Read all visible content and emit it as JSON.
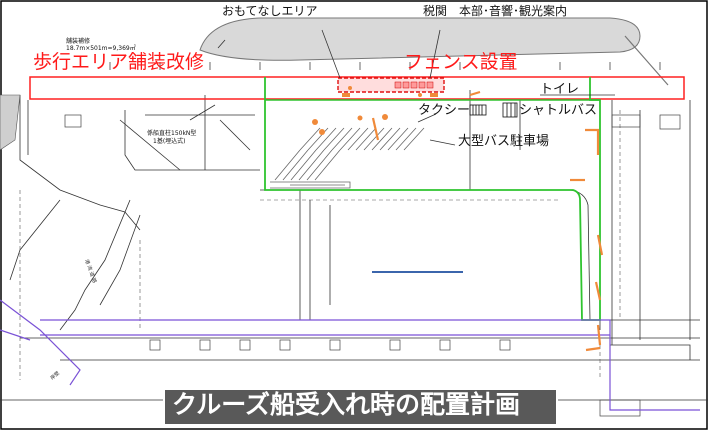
{
  "labels": {
    "omotenashi": "おもてなしエリア",
    "customs_hq": "税関　本部･音響･観光案内",
    "walk_paving": "歩行エリア舗装改修",
    "fence": "フェンス設置",
    "toilet": "トイレ",
    "taxi": "タクシー",
    "shuttle": "シャトルバス",
    "bus_parking": "大型バス駐車場"
  },
  "title": "クルーズ船受入れ時の配置計画",
  "small_text": {
    "pavement_note": "舗装補修",
    "pavement_dims": "18.7m×501m=9,369㎡",
    "bollard_note": "係船直柱150kN型",
    "bollard_count": "1基(埋込式)"
  },
  "colors": {
    "red_outline": "#ff2020",
    "green_outline": "#2fc42f",
    "purple_outline": "#7a52d6",
    "orange_marker": "#f08a3a",
    "blue_line": "#1f4fa0",
    "title_bg": "#595959"
  }
}
